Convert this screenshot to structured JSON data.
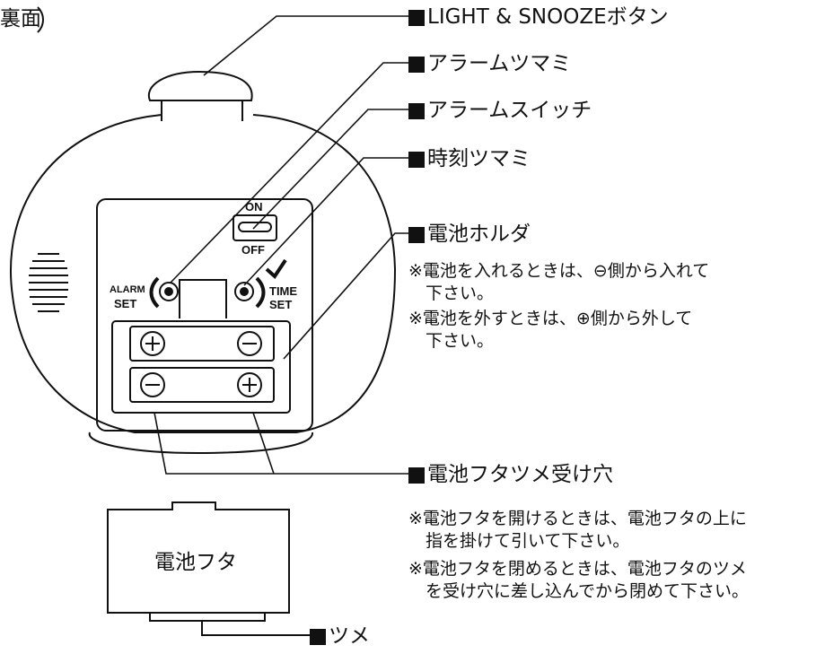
{
  "view_label": "裏面",
  "callouts": {
    "light_snooze": "LIGHT & SNOOZEボタン",
    "alarm_knob": "アラームツマミ",
    "alarm_switch": "アラームスイッチ",
    "time_knob": "時刻ツマミ",
    "battery_holder": "電池ホルダ",
    "cover_hole": "電池フタツメ受け穴",
    "tab": "ツメ"
  },
  "notes": {
    "battery_in": "※電池を入れるときは、⊖側から入れて\n　下さい。",
    "battery_out": "※電池を外すときは、⊕側から外して\n　下さい。",
    "cover_open": "※電池フタを開けるときは、電池フタの上に\n　指を掛けて引いて下さい。",
    "cover_close": "※電池フタを閉めるときは、電池フタのツメ\n　を受け穴に差し込んでから閉めて下さい。"
  },
  "device": {
    "switch_on": "ON",
    "switch_off": "OFF",
    "alarm_set_1": "ALARM",
    "alarm_set_2": "SET",
    "time_set_1": "TIME",
    "time_set_2": "SET",
    "cover_label": "電池フタ"
  }
}
